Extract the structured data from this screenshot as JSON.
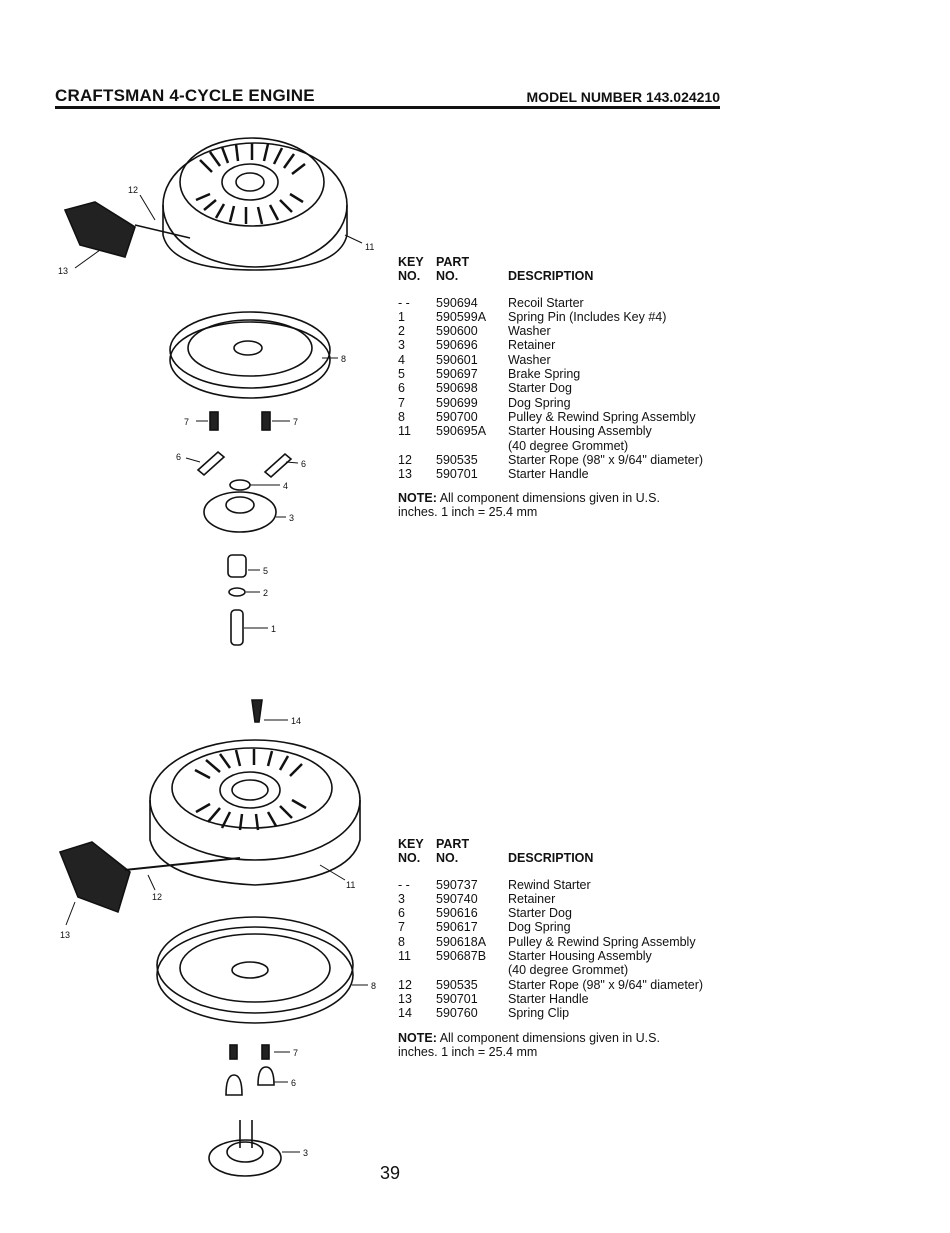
{
  "header": {
    "title": "CRAFTSMAN 4-CYCLE ENGINE",
    "model": "MODEL NUMBER 143.024210"
  },
  "table1": {
    "col_key": [
      "KEY",
      "NO."
    ],
    "col_part": [
      "PART",
      "NO."
    ],
    "col_desc": "DESCRIPTION",
    "rows": [
      {
        "key": "- -",
        "part": "590694",
        "desc": "Recoil Starter"
      },
      {
        "key": "1",
        "part": "590599A",
        "desc": "Spring Pin (Includes Key #4)"
      },
      {
        "key": "2",
        "part": "590600",
        "desc": "Washer"
      },
      {
        "key": "3",
        "part": "590696",
        "desc": "Retainer"
      },
      {
        "key": "4",
        "part": "590601",
        "desc": "Washer"
      },
      {
        "key": "5",
        "part": "590697",
        "desc": "Brake Spring"
      },
      {
        "key": "6",
        "part": "590698",
        "desc": "Starter Dog"
      },
      {
        "key": "7",
        "part": "590699",
        "desc": "Dog Spring"
      },
      {
        "key": "8",
        "part": "590700",
        "desc": "Pulley & Rewind Spring Assembly"
      },
      {
        "key": "11",
        "part": "590695A",
        "desc": "Starter Housing Assembly"
      },
      {
        "key": "",
        "part": "",
        "desc": "(40 degree Grommet)"
      },
      {
        "key": "12",
        "part": "590535",
        "desc": "Starter Rope (98\" x 9/64\" diameter)"
      },
      {
        "key": "13",
        "part": "590701",
        "desc": "Starter Handle"
      }
    ],
    "note_label": "NOTE:",
    "note_text": "All component dimensions given in U.S. inches.  1 inch = 25.4 mm"
  },
  "table2": {
    "col_key": [
      "KEY",
      "NO."
    ],
    "col_part": [
      "PART",
      "NO."
    ],
    "col_desc": "DESCRIPTION",
    "rows": [
      {
        "key": "- -",
        "part": "590737",
        "desc": "Rewind Starter"
      },
      {
        "key": "3",
        "part": "590740",
        "desc": "Retainer"
      },
      {
        "key": "6",
        "part": "590616",
        "desc": "Starter Dog"
      },
      {
        "key": "7",
        "part": "590617",
        "desc": "Dog Spring"
      },
      {
        "key": "8",
        "part": "590618A",
        "desc": "Pulley & Rewind Spring Assembly"
      },
      {
        "key": "11",
        "part": "590687B",
        "desc": "Starter Housing Assembly"
      },
      {
        "key": "",
        "part": "",
        "desc": "(40 degree Grommet)"
      },
      {
        "key": "12",
        "part": "590535",
        "desc": "Starter Rope (98\" x 9/64\" diameter)"
      },
      {
        "key": "13",
        "part": "590701",
        "desc": "Starter Handle"
      },
      {
        "key": "14",
        "part": "590760",
        "desc": "Spring Clip"
      }
    ],
    "note_label": "NOTE:",
    "note_text": "All component dimensions given in U.S. inches.  1 inch = 25.4 mm"
  },
  "diagram1_callouts": [
    "12",
    "13",
    "11",
    "8",
    "7",
    "7",
    "6",
    "6",
    "4",
    "3",
    "5",
    "2",
    "1"
  ],
  "diagram2_callouts": [
    "14",
    "11",
    "12",
    "13",
    "8",
    "7",
    "6",
    "3"
  ],
  "page_number": "39"
}
